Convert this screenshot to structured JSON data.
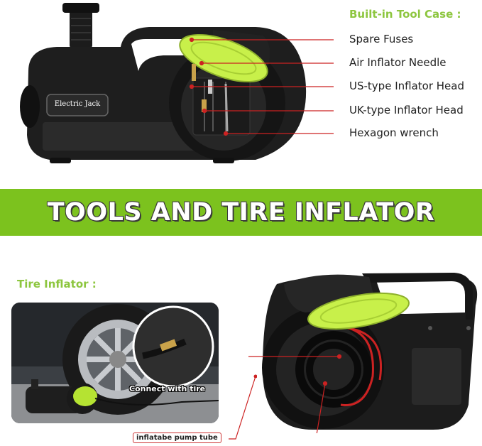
{
  "top_section": {
    "title": "Built-in Tool Case :",
    "callouts": [
      "Spare Fuses",
      "Air Inflator Needle",
      "US-type Inflator Head",
      "UK-type Inflator Head",
      "Hexagon wrench"
    ],
    "device_label": "Electric Jack"
  },
  "banner": {
    "text": "TOOLS AND TIRE INFLATOR"
  },
  "bottom_section": {
    "title": "Tire Inflator :",
    "photo_caption": "Connect with tire",
    "tube_label": "inflatabe pump tube"
  },
  "colors": {
    "accent": "#8dc63f",
    "banner": "#7cc21e",
    "callout_line": "#cc2222",
    "device": "#1a1a1a",
    "lid": "#c8f04a"
  }
}
